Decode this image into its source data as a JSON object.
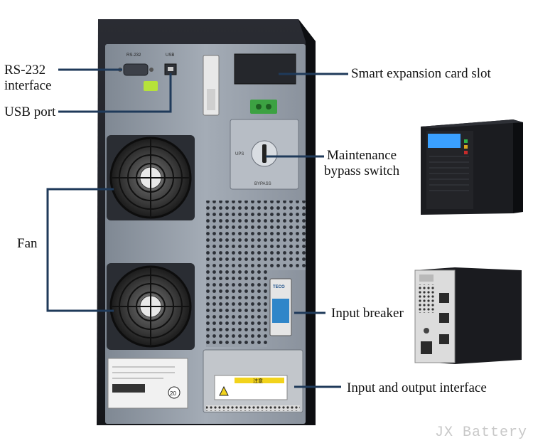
{
  "labels": {
    "rs232": "RS-232",
    "rs232_sub": "interface",
    "usb": "USB port",
    "fan": "Fan",
    "expansion": "Smart expansion card slot",
    "bypass_1": "Maintenance",
    "bypass_2": "bypass switch",
    "breaker": "Input breaker",
    "io": "Input and output interface"
  },
  "panel_text": {
    "rs232_port": "RS-232",
    "usb_port": "USB",
    "ups": "UPS",
    "bypass": "BYPASS",
    "warning": "注意",
    "breaker_brand": "TECO",
    "badge": "20"
  },
  "front_unit": {
    "display_color": "#3aa0ff"
  },
  "watermark": "JX Battery",
  "colors": {
    "leader_line": "#1f3a5a",
    "cabinet": "#1c1d22",
    "panel": "#8e97a3"
  }
}
